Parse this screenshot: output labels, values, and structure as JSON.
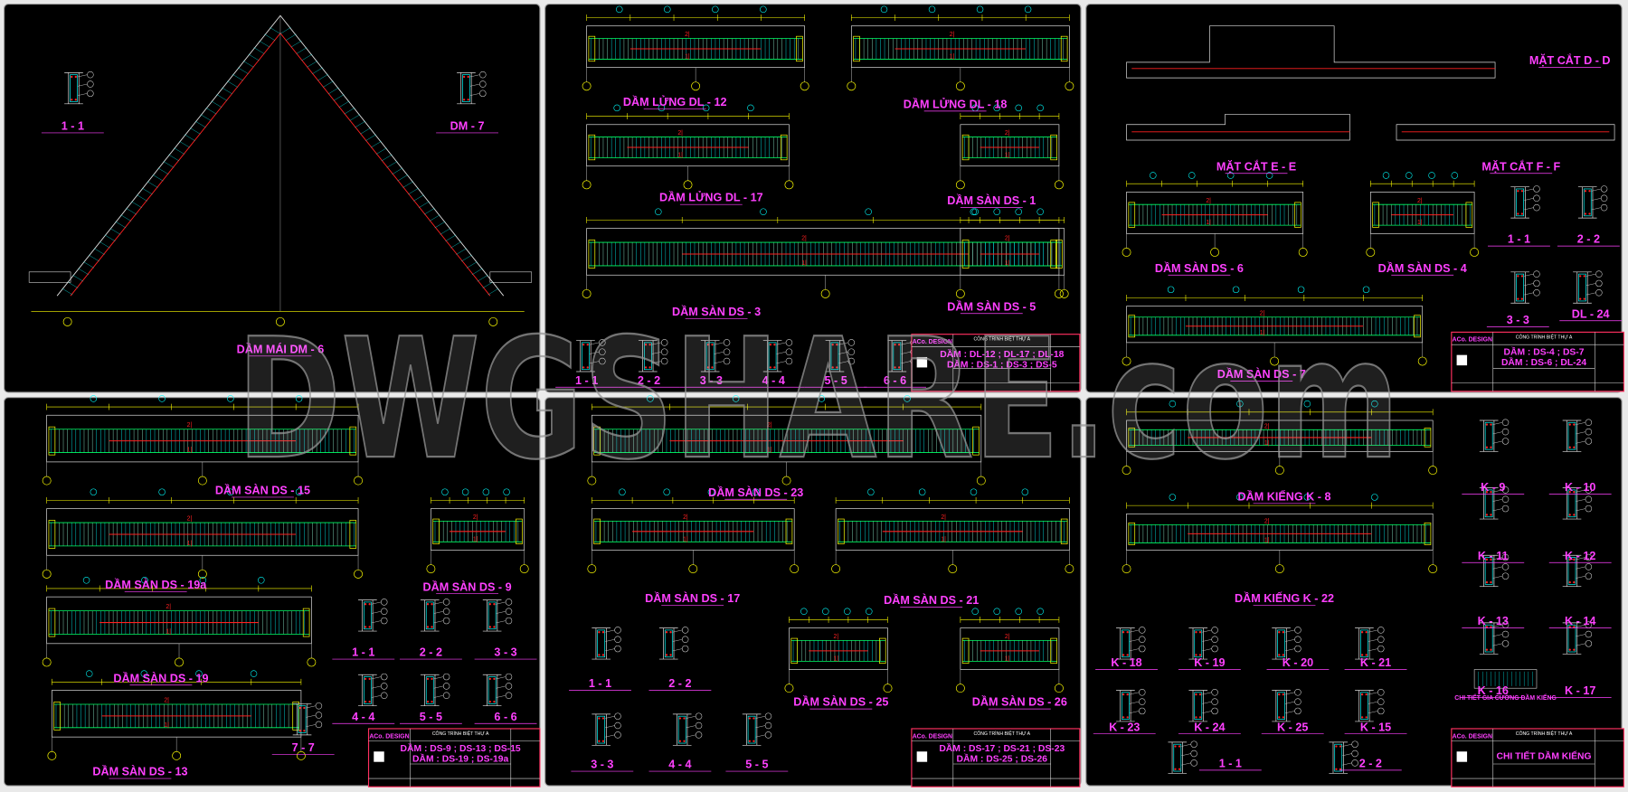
{
  "watermark": "DWGSHARE.com",
  "colors": {
    "label": "#ff40ff",
    "rebar": "#00ff66",
    "main": "#ff2020",
    "stirrup": "#00ffff",
    "dim": "#ffff00",
    "frame": "#ff3060"
  },
  "panels": [
    {
      "labels": [
        "1 - 1",
        "DM - 7",
        "DẦM MÁI DM - 6"
      ]
    },
    {
      "labels": [
        "DẦM LỬNG DL - 12",
        "DẦM LỬNG DL - 18",
        "DẦM LỬNG DL - 17",
        "DẦM SÀN DS - 1",
        "DẦM SÀN DS - 3",
        "DẦM SÀN DS - 5",
        "1 - 1",
        "2 - 2",
        "3 - 3",
        "4 - 4",
        "5 - 5",
        "6 - 6"
      ],
      "title_block": {
        "brand": "ACo. DESIGN",
        "project": "CÔNG TRÌNH BIỆT THỰ A",
        "lines": [
          "DẦM : DL-12 ; DL-17 ; DL-18",
          "DẦM : DS-1 ; DS-3 ; DS-5"
        ]
      }
    },
    {
      "labels": [
        "MẶT CẮT D - D",
        "MẶT CẮT E - E",
        "MẶT CẮT F - F",
        "DẦM SÀN DS - 6",
        "DẦM SÀN DS - 4",
        "1 - 1",
        "2 - 2",
        "3 - 3",
        "DL - 24",
        "DẦM SÀN DS - 7"
      ],
      "title_block": {
        "brand": "ACo. DESIGN",
        "project": "CÔNG TRÌNH BIỆT THỰ A",
        "lines": [
          "DẦM : DS-4 ; DS-7",
          "DẦM : DS-6 ; DL-24"
        ]
      }
    },
    {
      "labels": [
        "DẦM SÀN DS - 15",
        "DẦM SÀN DS - 19a",
        "DẦM SÀN DS - 9",
        "DẦM SÀN DS - 19",
        "DẦM SÀN DS - 13",
        "1 - 1",
        "2 - 2",
        "3 - 3",
        "4 - 4",
        "5 - 5",
        "6 - 6",
        "7 - 7"
      ],
      "title_block": {
        "brand": "ACo. DESIGN",
        "project": "CÔNG TRÌNH BIỆT THỰ A",
        "lines": [
          "DẦM : DS-9 ; DS-13 ; DS-15",
          "DẦM : DS-19 ; DS-19a"
        ]
      }
    },
    {
      "labels": [
        "DẦM SÀN DS - 23",
        "DẦM SÀN DS - 17",
        "DẦM SÀN DS - 21",
        "DẦM SÀN DS - 25",
        "DẦM SÀN DS - 26",
        "1 - 1",
        "2 - 2",
        "3 - 3",
        "4 - 4",
        "5 - 5"
      ],
      "title_block": {
        "brand": "ACo. DESIGN",
        "project": "CÔNG TRÌNH BIỆT THỰ A",
        "lines": [
          "DẦM : DS-17 ; DS-21 ; DS-23",
          "DẦM : DS-25 ; DS-26"
        ]
      }
    },
    {
      "labels": [
        "DẦM KIẾNG K - 8",
        "DẦM KIẾNG K - 22",
        "K - 9",
        "K - 10",
        "K - 11",
        "K - 12",
        "K - 13",
        "K - 14",
        "K - 16",
        "K - 17",
        "K - 18",
        "K - 19",
        "K - 20",
        "K - 21",
        "K - 23",
        "K - 24",
        "K - 25",
        "K - 15",
        "1 - 1",
        "2 - 2",
        "CHI TIẾT GIA CƯỜNG DẦM KIẾNG"
      ],
      "title_block": {
        "brand": "ACo. DESIGN",
        "project": "CÔNG TRÌNH BIỆT THỰ A",
        "lines": [
          "CHI TIẾT DẦM KIẾNG"
        ]
      }
    }
  ]
}
